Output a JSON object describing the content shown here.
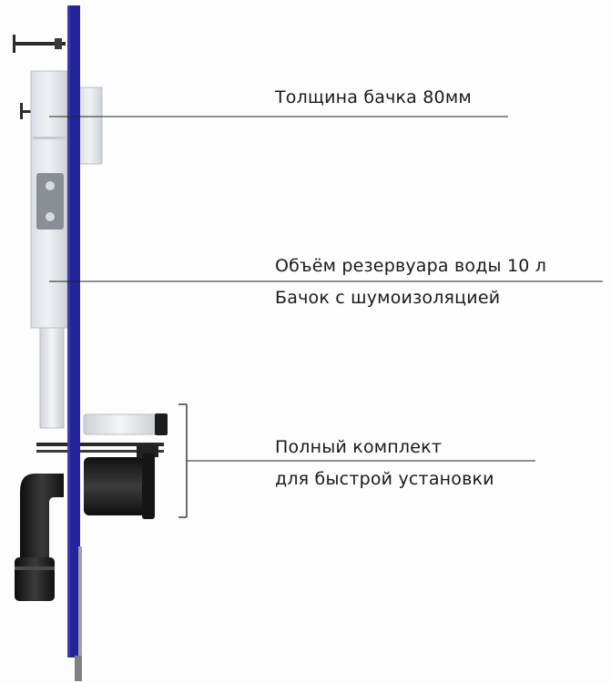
{
  "annotations": {
    "tank_thickness": "Толщина бачка 80мм",
    "tank_volume": "Объём резервуара воды 10 л",
    "sound_insulation": "Бачок с шумоизоляцией",
    "kit_line1": "Полный комплект",
    "kit_line2": "для быстрой установки"
  },
  "colors": {
    "frame_blue": "#23239a",
    "tank_white": "#e9ebee",
    "pipe_black": "#1b1b1b",
    "background": "#fdfdfd",
    "line": "#222222"
  },
  "icons": [
    "wall-anchor-bolt",
    "install-frame",
    "cistern-tank",
    "flush-pipe",
    "drain-elbow",
    "bracket"
  ]
}
